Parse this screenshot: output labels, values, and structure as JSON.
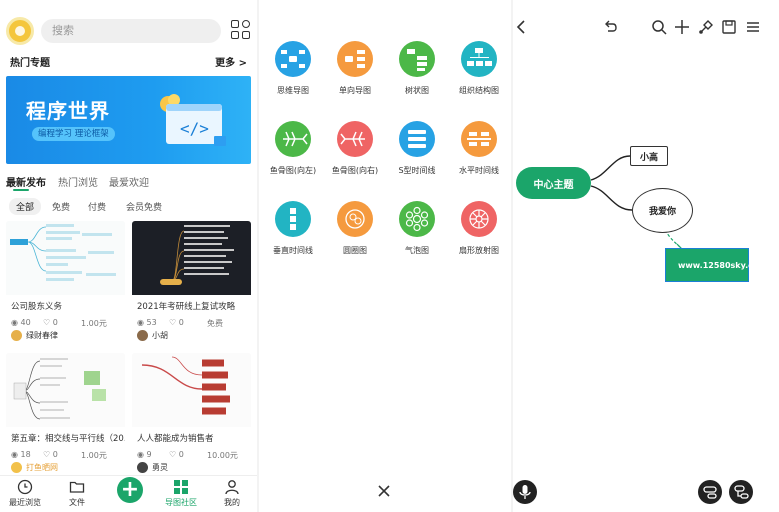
{
  "panel1": {
    "search_placeholder": "搜索",
    "section_title": "热门专题",
    "more_label": "更多 >",
    "banner": {
      "title": "程序世界",
      "subtitle": "编程学习 理论框架"
    },
    "tabs": [
      "最新发布",
      "热门浏览",
      "最爱欢迎"
    ],
    "filters": [
      "全部",
      "免费",
      "付费",
      "会员免费"
    ],
    "cards": [
      {
        "title": "公司股东义务",
        "views": "40",
        "likes": "0",
        "price": "1.00元",
        "author": "绿财春律"
      },
      {
        "title": "2021年考研线上复试攻略",
        "views": "53",
        "likes": "0",
        "price": "免费",
        "author": "小胡"
      },
      {
        "title": "第五章：相交线与平行线（20...",
        "views": "18",
        "likes": "0",
        "price": "1.00元",
        "author": "打鱼晒网"
      },
      {
        "title": "人人都能成为销售者",
        "views": "9",
        "likes": "0",
        "price": "10.00元",
        "author": "勇灵"
      }
    ],
    "nav": [
      "最近浏览",
      "文件",
      "导图社区",
      "我的"
    ],
    "colors": {
      "accent": "#1ba56a",
      "banner": "#1e9cf0"
    }
  },
  "panel2": {
    "templates": [
      {
        "label": "思维导图",
        "color": "#27a2e4"
      },
      {
        "label": "单向导图",
        "color": "#f59a3e"
      },
      {
        "label": "树状图",
        "color": "#4cb848"
      },
      {
        "label": "组织结构图",
        "color": "#22b4c3"
      },
      {
        "label": "鱼骨图(向左)",
        "color": "#4cb848"
      },
      {
        "label": "鱼骨图(向右)",
        "color": "#ef6464"
      },
      {
        "label": "S型时间线",
        "color": "#27a2e4"
      },
      {
        "label": "水平时间线",
        "color": "#f59a3e"
      },
      {
        "label": "垂直时间线",
        "color": "#22b4c3"
      },
      {
        "label": "圆圈图",
        "color": "#f59a3e"
      },
      {
        "label": "气泡图",
        "color": "#4cb848"
      },
      {
        "label": "扇形放射图",
        "color": "#ef6464"
      }
    ]
  },
  "panel3": {
    "nodes": {
      "center": "中心主题",
      "child1": "小高",
      "child2": "我爱你",
      "url": "www.12580sky.com"
    },
    "toolbar_icons": [
      "back-icon",
      "undo-icon",
      "search-icon",
      "add-icon",
      "brush-icon",
      "save-icon",
      "menu-icon"
    ]
  }
}
